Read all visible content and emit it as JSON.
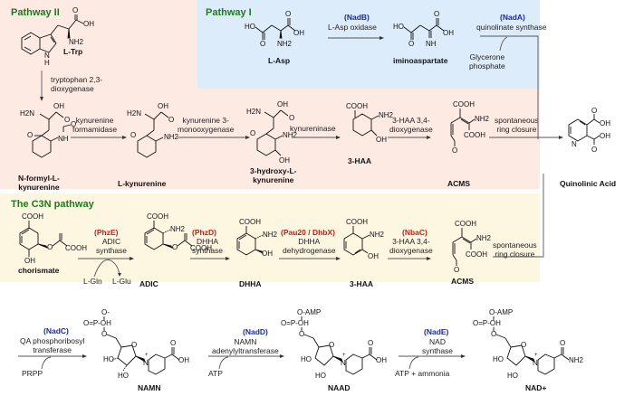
{
  "pathway_ii": {
    "title": "Pathway II",
    "trp": "L-Trp",
    "step1": "tryptophan 2,3-\ndioxygenase",
    "nfk": "N-formyl-L-\nkynurenine",
    "step2": "kynurenine\nformamidase",
    "kyn": "L-kynurenine",
    "step3": "kynurenine 3-\nmonooxygenase",
    "hk": "3-hydroxy-L-\nkynurenine",
    "step4": "kynureninase",
    "haa": "3-HAA",
    "step5": "3-HAA 3,4-\ndioxygenase",
    "acms": "ACMS",
    "step6": "spontaneous\nring closure",
    "qa": "Quinolinic Acid"
  },
  "pathway_i": {
    "title": "Pathway I",
    "asp": "L-Asp",
    "nadb": "(NadB)",
    "nadb_name": "L-Asp oxidase",
    "imino": "iminoaspartate",
    "nada": "(NadA)",
    "nada_name": "quinolinate synthase",
    "cosubstrate": "Glycerone\nphosphate"
  },
  "c3n": {
    "title": "The C3N pathway",
    "chorismate": "chorismate",
    "phze": "(PhzE)",
    "phze_name": "ADIC\nsynthase",
    "gln": "L-Gln",
    "glu": "L-Glu",
    "adic": "ADIC",
    "phzd": "(PhzD)",
    "phzd_name": "DHHA\nsynthase",
    "dhha": "DHHA",
    "pau": "(Pau20 / DhbX)",
    "pau_name": "DHHA\ndehydrogenase",
    "haa": "3-HAA",
    "nbac": "(NbaC)",
    "nbac_name": "3-HAA 3,4-\ndioxygenase",
    "acms": "ACMS",
    "closure": "spontaneous\nring closure"
  },
  "downstream": {
    "nadc": "(NadC)",
    "nadc_name": "QA phosphoribosyl\ntransferase",
    "prpp": "PRPP",
    "namn": "NAMN",
    "nadd": "(NadD)",
    "nadd_name": "NAMN\nadenylyltransferase",
    "atp": "ATP",
    "naad": "NAAD",
    "nade": "(NadE)",
    "nade_name": "NAD\nsynthase",
    "atp_nh3": "ATP + ammonia",
    "nad": "NAD+"
  },
  "atoms": {
    "oh": "OH",
    "o": "O",
    "nh2": "NH2",
    "h2n": "H2N",
    "nh": "NH",
    "n": "N",
    "h": "H",
    "ho": "HO",
    "cooh": "COOH",
    "o_amp": "O-AMP",
    "p": "P",
    "o_minus": "O-"
  },
  "colors": {
    "pathway_ii_bg": "#fdeae3",
    "pathway_i_bg": "#dcecfb",
    "c3n_bg": "#fdf6e1",
    "title_green": "#1f7a1f",
    "enzyme_blue": "#1a2a9a",
    "enzyme_red": "#c0201a"
  }
}
